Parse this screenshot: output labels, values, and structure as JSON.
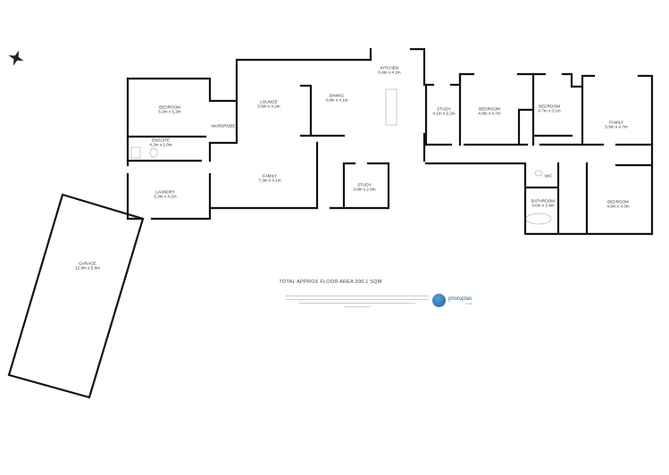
{
  "rooms": [
    {
      "name": "BEDROOM",
      "size": "5.3m x 5.3m"
    },
    {
      "name": "ENSUITE",
      "size": "4.2m x 1.6m"
    },
    {
      "name": "WARDROBE",
      "size": ""
    },
    {
      "name": "LAUNDRY",
      "size": "5.3m x 4.2m"
    },
    {
      "name": "LOUNGE",
      "size": "5.6m x 4.2m"
    },
    {
      "name": "DINING",
      "size": "4.8m x 4.1m"
    },
    {
      "name": "KITCHEN",
      "size": "6.4m x 4.2m"
    },
    {
      "name": "FAMILY",
      "size": "7.3m x 4.1m"
    },
    {
      "name": "STUDY",
      "size": "3.9m x 2.8m"
    },
    {
      "name": "STUDY",
      "size": "4.1m x 2.2m"
    },
    {
      "name": "BEDROOM",
      "size": "4.8m x 4.7m"
    },
    {
      "name": "BEDROOM",
      "size": "4.7m x 3.1m"
    },
    {
      "name": "FAMILY",
      "size": "5.9m x 4.7m"
    },
    {
      "name": "WIC",
      "size": ""
    },
    {
      "name": "BATHROOM",
      "size": "4.0m x 2.9m"
    },
    {
      "name": "BEDROOM",
      "size": "4.6m x 4.3m"
    },
    {
      "name": "GARAGE",
      "size": "12.0m x 5.8m"
    }
  ],
  "total_area": "TOTAL APPROX FLOOR AREA 390.1 SQM",
  "logo": {
    "name": "photoplan",
    "sub": "tours",
    "color": "#2b6aa6"
  },
  "icons": {
    "compass": "compass-rose-icon"
  }
}
